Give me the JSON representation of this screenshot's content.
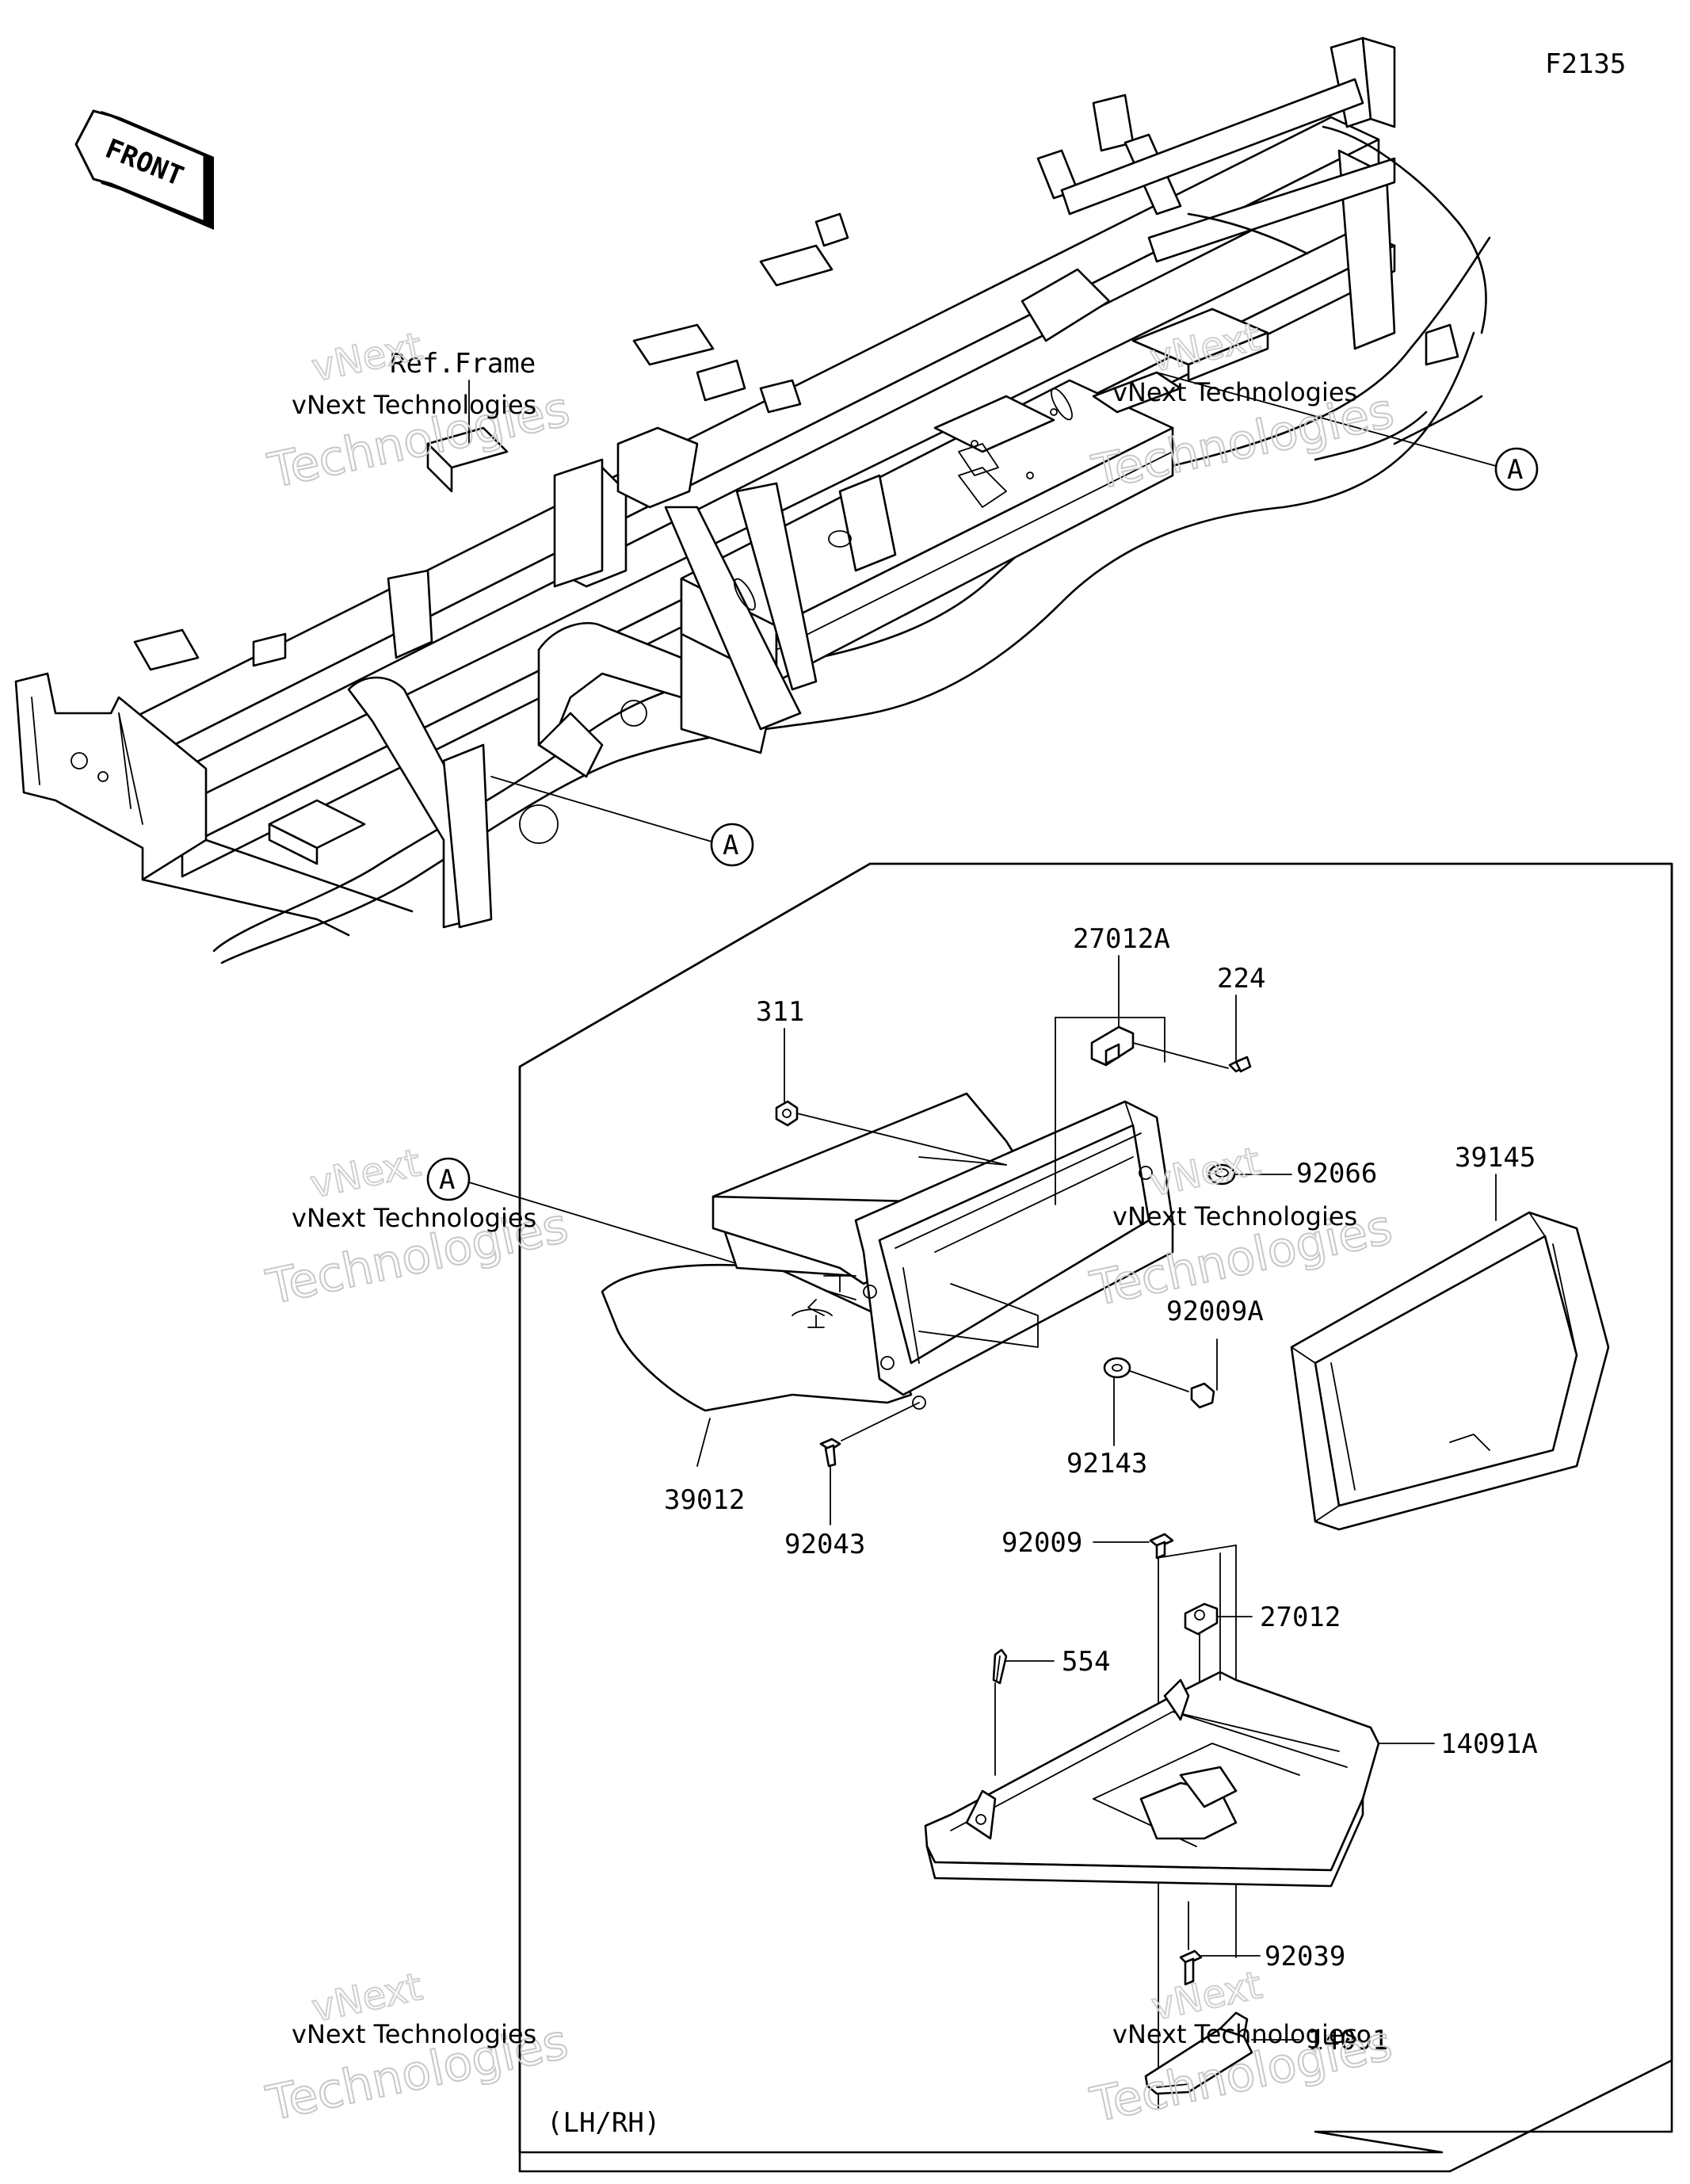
{
  "diagram_code": "F2135",
  "front_label": "FRONT",
  "ref_label": "Ref.Frame",
  "view_note": "(LH/RH)",
  "ref_marker": "A",
  "watermark": {
    "line1": "vNext Technologies",
    "line2": "vNext",
    "line3": "Technologies"
  },
  "callouts": {
    "p27012A": "27012A",
    "p224": "224",
    "p311": "311",
    "p92066": "92066",
    "p39145": "39145",
    "p92009A": "92009A",
    "p39012": "39012",
    "p92143": "92143",
    "p92043": "92043",
    "p92009": "92009",
    "p27012": "27012",
    "p554": "554",
    "p14091A": "14091A",
    "p92039": "92039",
    "p14091": "14091"
  }
}
